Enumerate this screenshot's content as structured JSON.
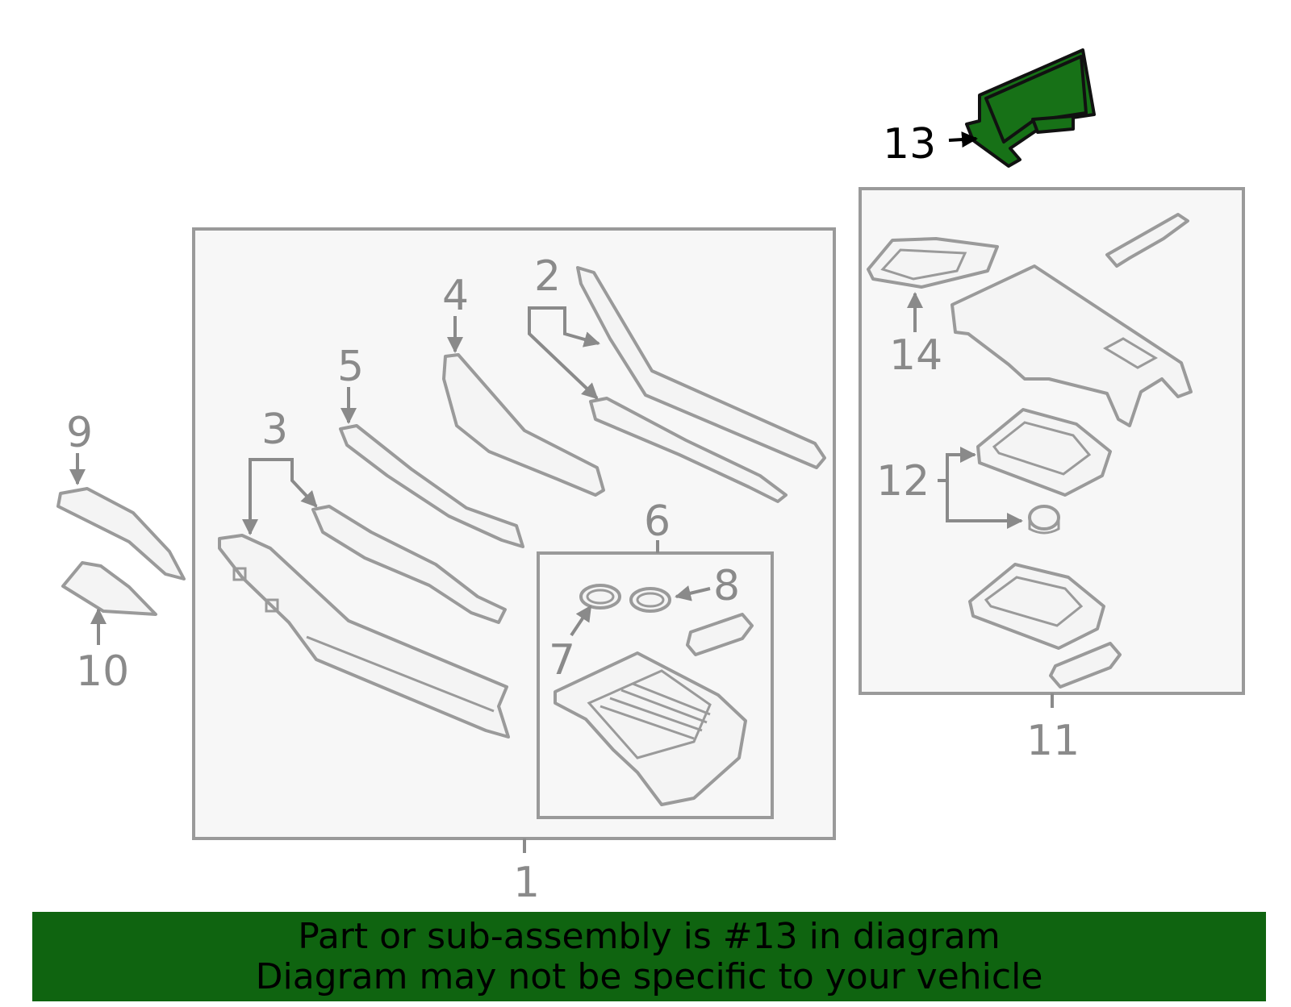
{
  "callouts": {
    "c1": "1",
    "c2": "2",
    "c3": "3",
    "c4": "4",
    "c5": "5",
    "c6": "6",
    "c7": "7",
    "c8": "8",
    "c9": "9",
    "c10": "10",
    "c11": "11",
    "c12": "12",
    "c13": "13",
    "c14": "14"
  },
  "banner": {
    "line1": "Part or sub-assembly is #13 in diagram",
    "line2": "Diagram may not be specific to your vehicle"
  },
  "colors": {
    "highlight": "#177117",
    "banner_bg": "#0f6410",
    "line": "#9a9a9a"
  }
}
